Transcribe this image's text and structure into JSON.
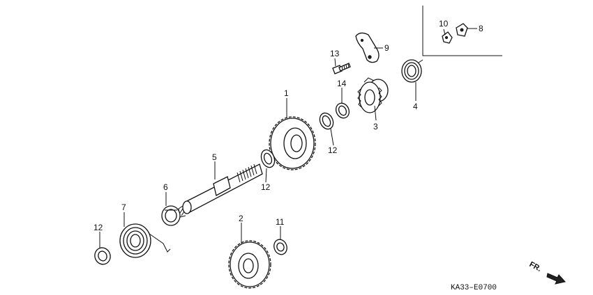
{
  "diagram": {
    "code": "KA33–E0700",
    "direction": "FR.",
    "callouts": [
      {
        "id": "c1",
        "text": "1"
      },
      {
        "id": "c2",
        "text": "2"
      },
      {
        "id": "c3",
        "text": "3"
      },
      {
        "id": "c4",
        "text": "4"
      },
      {
        "id": "c5",
        "text": "5"
      },
      {
        "id": "c6",
        "text": "6"
      },
      {
        "id": "c7",
        "text": "7"
      },
      {
        "id": "c8",
        "text": "8"
      },
      {
        "id": "c9",
        "text": "9"
      },
      {
        "id": "c10",
        "text": "10"
      },
      {
        "id": "c11",
        "text": "11"
      },
      {
        "id": "c12a",
        "text": "12"
      },
      {
        "id": "c12b",
        "text": "12"
      },
      {
        "id": "c12c",
        "text": "12"
      },
      {
        "id": "c13",
        "text": "13"
      },
      {
        "id": "c14",
        "text": "14"
      }
    ]
  }
}
